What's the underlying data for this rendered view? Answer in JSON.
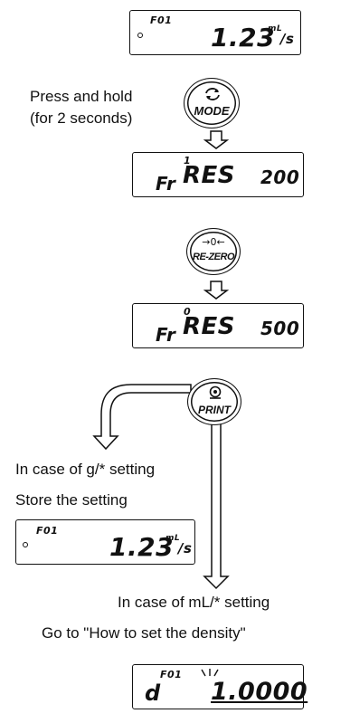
{
  "display_1": {
    "func": "F01",
    "value": "1.23",
    "unit_top": "mL",
    "unit_bottom": "/s"
  },
  "step_1": {
    "line1": "Press and hold",
    "line2": "(for 2 seconds)"
  },
  "mode_button": {
    "icon": "cycle-arrows-icon",
    "label": "MODE"
  },
  "display_2": {
    "index": "1",
    "item": "Fr",
    "name": "RES",
    "value": "200"
  },
  "rezero_button": {
    "glyph": "→0←",
    "label": "RE-ZERO"
  },
  "display_3": {
    "index": "0",
    "item": "Fr",
    "name": "RES",
    "value": "500"
  },
  "print_button": {
    "icon": "print-icon",
    "label": "PRINT"
  },
  "branch_g": {
    "line1": "In case of g/* setting",
    "line2": "Store the setting"
  },
  "display_4": {
    "func": "F01",
    "value": "1.23",
    "unit_top": "mL",
    "unit_bottom": "/s"
  },
  "branch_ml": {
    "line1": "In case of mL/* setting",
    "line2": "Go to \"How to set the density\""
  },
  "display_5": {
    "func": "F01",
    "item": "d",
    "value": "1.0000"
  }
}
